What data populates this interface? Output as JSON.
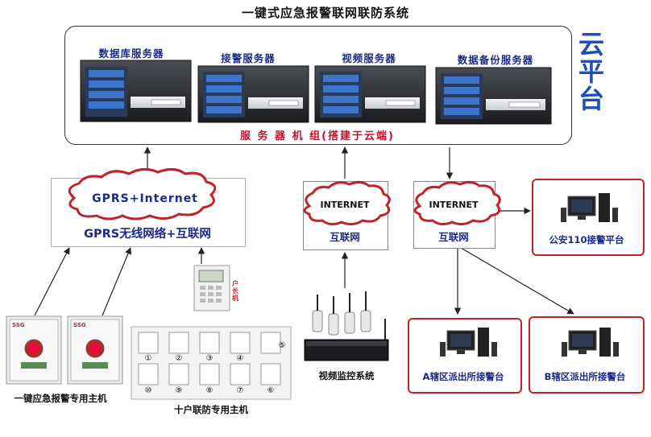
{
  "title": "一键式应急报警联网联防系统",
  "cloud_platform_label": "云平台",
  "servers": [
    {
      "label": "数据库服务器"
    },
    {
      "label": "接警服务器"
    },
    {
      "label": "视频服务器"
    },
    {
      "label": "数据备份服务器"
    }
  ],
  "server_group_label": "服 务 器 机 组(搭建于云端)",
  "gprs_box": {
    "cloud_text": "GPRS+Internet",
    "label": "GPRS无线网络+互联网"
  },
  "internet_box_1": {
    "cloud_text": "INTERNET",
    "label": "互联网"
  },
  "internet_box_2": {
    "cloud_text": "INTERNET",
    "label": "互联网"
  },
  "police_110": {
    "label": "公安110接警平台"
  },
  "station_a": {
    "label": "A辖区派出所接警台"
  },
  "station_b": {
    "label": "B辖区派出所接警台"
  },
  "alarm_host": {
    "label": "一键应急报警专用主机",
    "brand": "SSG"
  },
  "household_host": {
    "label": "十户联防专用主机",
    "keypad_tag": "户长机",
    "units": [
      "①",
      "②",
      "③",
      "④",
      "⑤",
      "⑩",
      "⑨",
      "⑧",
      "⑦",
      "⑥"
    ]
  },
  "video_system": {
    "label": "视频监控系统"
  },
  "colors": {
    "accent_red": "#c0242b",
    "text_blue": "#1a2a8a",
    "cloud_blue": "#1d4fb8"
  }
}
